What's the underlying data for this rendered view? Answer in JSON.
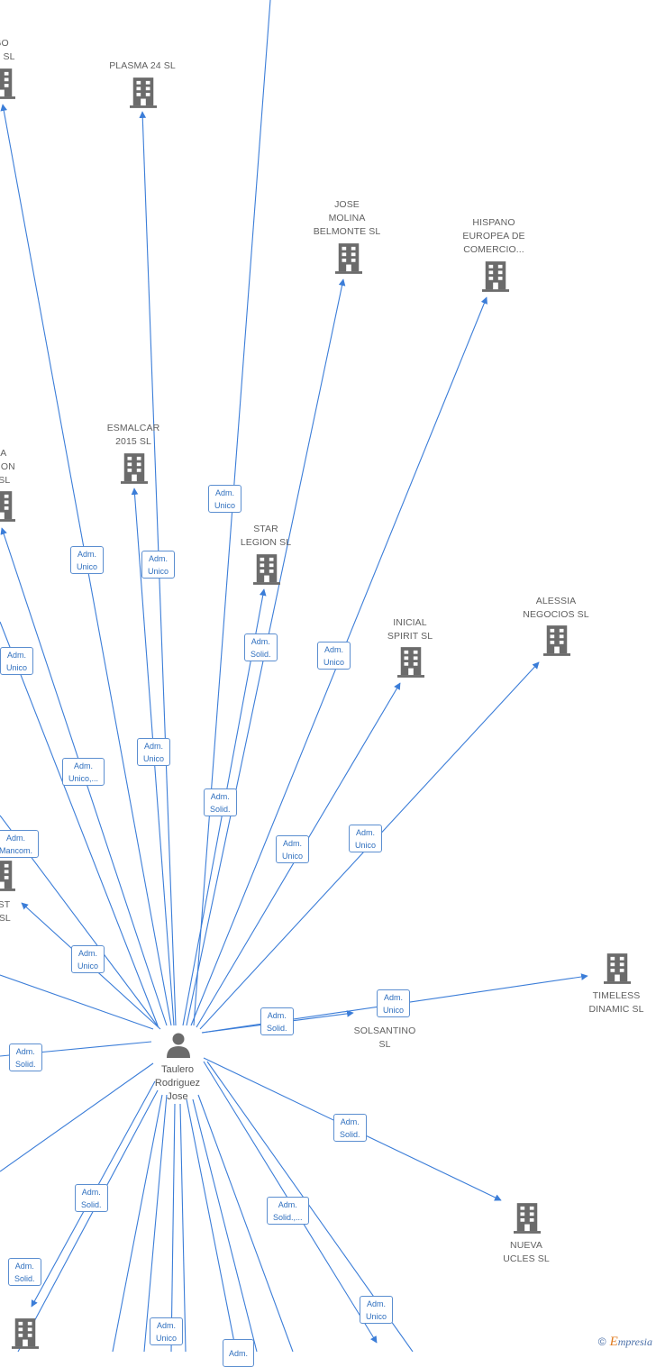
{
  "colors": {
    "edge": "#3b7dd8",
    "building": "#6b6b6b",
    "label": "#5f5f5f",
    "role": "#2f6fbe"
  },
  "person": {
    "name": "Taulero\nRodriguez\nJose",
    "icon": "person-icon"
  },
  "companies": [
    {
      "id": "c1",
      "label": "IGO\nOM  SL"
    },
    {
      "id": "c2",
      "label": "PLASMA 24 SL"
    },
    {
      "id": "c3",
      "label": "JOSE\nMOLINA\nBELMONTE  SL"
    },
    {
      "id": "c4",
      "label": "HISPANO\nEUROPEA DE\nCOMERCIO..."
    },
    {
      "id": "c5",
      "label": "ESMALCAR\n2015  SL"
    },
    {
      "id": "c6",
      "label": "NA\nACION\nA  SL"
    },
    {
      "id": "c7",
      "label": "STAR\nLEGION  SL"
    },
    {
      "id": "c8",
      "label": "INICIAL\nSPIRIT  SL"
    },
    {
      "id": "c9",
      "label": "ALESSIA\nNEGOCIOS  SL"
    },
    {
      "id": "c10",
      "label": "LIST\nR  SL"
    },
    {
      "id": "c11",
      "label": "TIMELESS\nDINAMIC  SL"
    },
    {
      "id": "c12",
      "label": "SOLSANTINO\nSL"
    },
    {
      "id": "c13",
      "label": "NUEVA\nUCLES  SL"
    },
    {
      "id": "c14",
      "label": ""
    }
  ],
  "roles": [
    {
      "id": "r1",
      "text": "Adm.\nUnico"
    },
    {
      "id": "r2",
      "text": "Adm.\nUnico"
    },
    {
      "id": "r3",
      "text": "Adm.\nUnico"
    },
    {
      "id": "r4",
      "text": "Adm.\nSolid."
    },
    {
      "id": "r5",
      "text": "Adm.\nUnico"
    },
    {
      "id": "r6",
      "text": "Adm.\nUnico"
    },
    {
      "id": "r7",
      "text": "Adm.\nUnico,..."
    },
    {
      "id": "r8",
      "text": "Adm.\nUnico"
    },
    {
      "id": "r9",
      "text": "Adm.\nSolid."
    },
    {
      "id": "r10",
      "text": "Adm.\nUnico"
    },
    {
      "id": "r11",
      "text": "Adm.\nUnico"
    },
    {
      "id": "r12",
      "text": "Adm.\nMancom."
    },
    {
      "id": "r13",
      "text": "Adm.\nUnico"
    },
    {
      "id": "r14",
      "text": "Adm.\nSolid."
    },
    {
      "id": "r15",
      "text": "Adm.\nUnico"
    },
    {
      "id": "r16",
      "text": "Adm.\nSolid."
    },
    {
      "id": "r17",
      "text": "Adm.\nSolid."
    },
    {
      "id": "r18",
      "text": "Adm.\nSolid."
    },
    {
      "id": "r19",
      "text": "Adm.\nSolid.,..."
    },
    {
      "id": "r20",
      "text": "Adm.\nSolid."
    },
    {
      "id": "r21",
      "text": "Adm.\nUnico"
    },
    {
      "id": "r22",
      "text": "Adm.\nUnico"
    },
    {
      "id": "r23",
      "text": "Adm."
    }
  ],
  "brand": {
    "copyright": "©",
    "name": "mpresia",
    "initial": "E"
  }
}
